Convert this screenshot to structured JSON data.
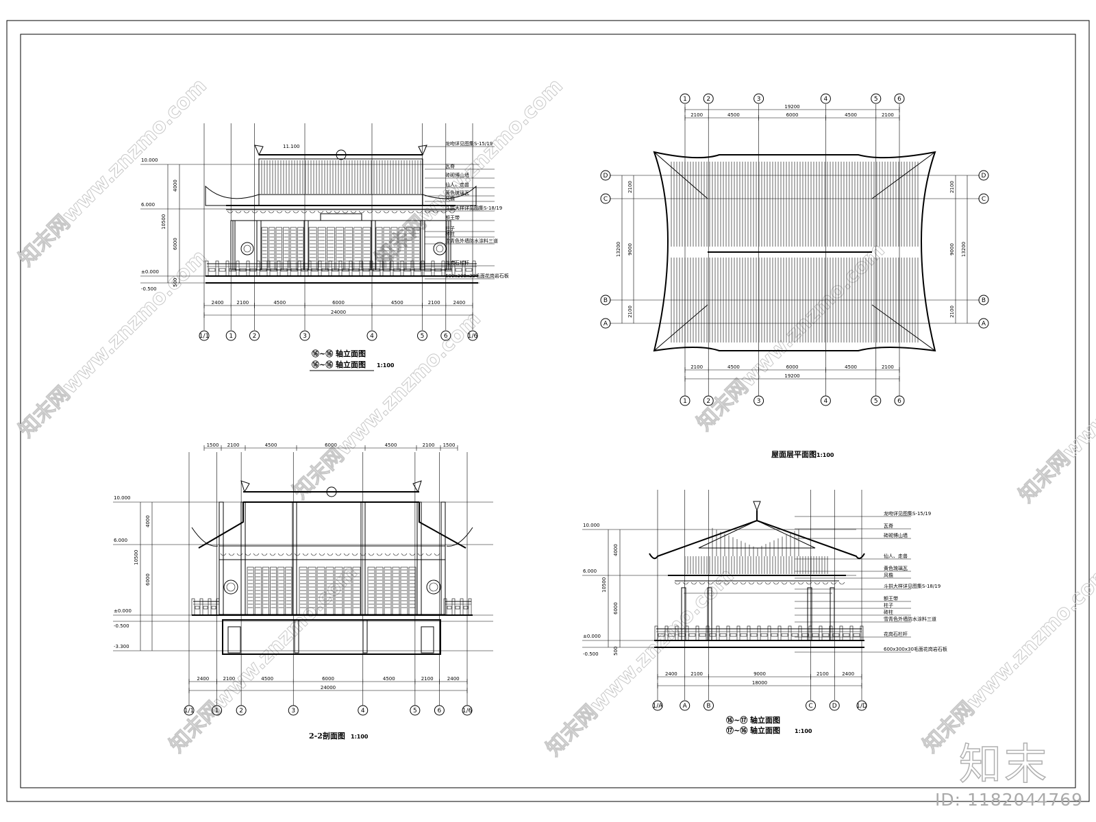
{
  "views": {
    "front": {
      "title_a": "⑯~⑯ 轴立面图",
      "title_b": "⑯~⑯ 轴立面图",
      "scale": "1:100"
    },
    "roof": {
      "title": "屋面层平面图",
      "scale": "1:100"
    },
    "section": {
      "title": "2-2剖面图",
      "scale": "1:100"
    },
    "side": {
      "title_a": "⑯~⑰ 轴立面图",
      "title_b": "⑰~⑯ 轴立面图",
      "scale": "1:100"
    }
  },
  "front_dims": [
    "2400",
    "2100",
    "4500",
    "6000",
    "4500",
    "2100",
    "2400"
  ],
  "front_total": "24000",
  "roof_dims": [
    "2100",
    "4500",
    "6000",
    "4500",
    "2100"
  ],
  "roof_total": "19200",
  "roof_side_dims": [
    "2100",
    "9000",
    "2100"
  ],
  "roof_side_total": "13200",
  "section_top_dims": [
    "1500",
    "2100",
    "4500",
    "6000",
    "4500",
    "2100",
    "1500"
  ],
  "side_dims": [
    "2400",
    "2100",
    "9000",
    "2100",
    "2400"
  ],
  "side_total": "18000",
  "levels": {
    "top": "10.000",
    "mid": "6.000",
    "zero": "±0.000",
    "low": "-0.500",
    "base": "-3.300",
    "ridge": "11.100"
  },
  "height_dims": {
    "upper": "4000",
    "lower": "6000",
    "total": "10500",
    "base": "500"
  },
  "grid_front": [
    "1/1",
    "1",
    "2",
    "3",
    "4",
    "5",
    "6",
    "1/6"
  ],
  "grid_roof_cols": [
    "1",
    "2",
    "3",
    "4",
    "5",
    "6"
  ],
  "grid_roof_rows": [
    "D",
    "C",
    "B",
    "A"
  ],
  "grid_side": [
    "1/A",
    "A",
    "B",
    "C",
    "D",
    "1/D"
  ],
  "notes": [
    "龙吻详见图集S-15/19",
    "瓦脊",
    "砖砌博山墙",
    "仙人、走兽",
    "黄色琉璃瓦",
    "风檐",
    "斗拱大样详见图集S-18/19",
    "额王带",
    "柱子",
    "砖柱",
    "雪青色外墙防水涂料三道",
    "花岗石栏杆",
    "600x300x30毛面花岗岩石板"
  ],
  "watermark": "知末网www.znzmo.com",
  "logo": "知末",
  "id_label": "ID: 1182044769"
}
